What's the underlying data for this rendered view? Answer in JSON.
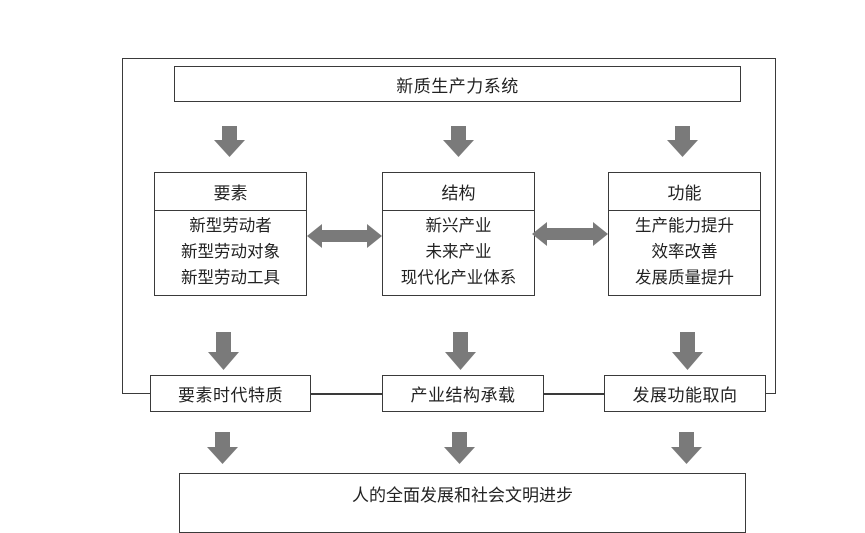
{
  "system": {
    "title": "新质生产力系统"
  },
  "columns": [
    {
      "heading": "要素",
      "items": [
        "新型劳动者",
        "新型劳动对象",
        "新型劳动工具"
      ],
      "output": "要素时代特质"
    },
    {
      "heading": "结构",
      "items": [
        "新兴产业",
        "未来产业",
        "现代化产业体系"
      ],
      "output": "产业结构承载"
    },
    {
      "heading": "功能",
      "items": [
        "生产能力提升",
        "效率改善",
        "发展质量提升"
      ],
      "output": "发展功能取向"
    }
  ],
  "goal": {
    "title": "人的全面发展和社会文明进步"
  },
  "colors": {
    "border": "#3a3a3a",
    "arrow": "#7a7a7a",
    "text": "#222222"
  }
}
